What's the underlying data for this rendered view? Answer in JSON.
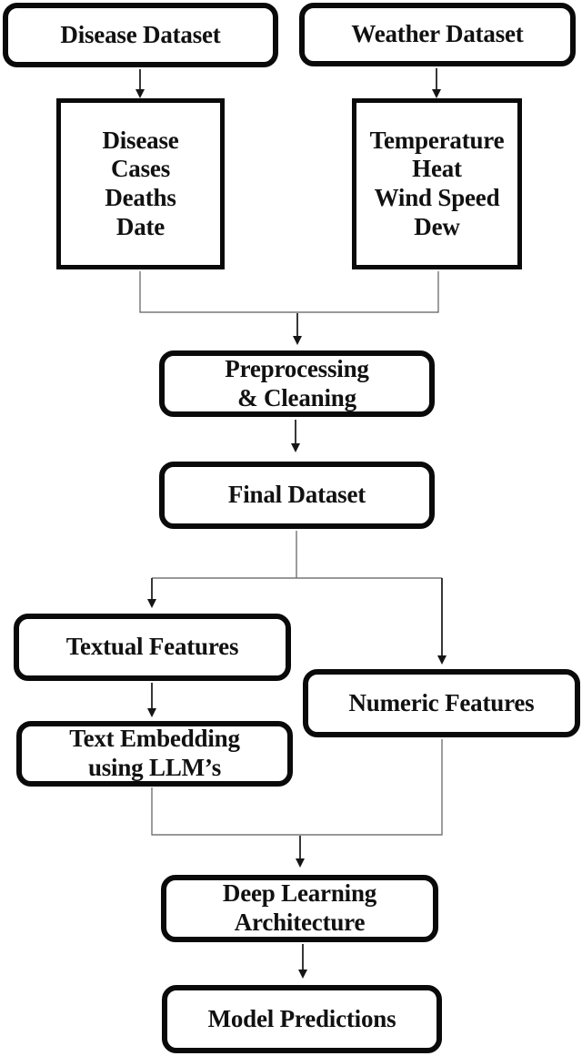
{
  "diagram": {
    "type": "flowchart",
    "nodes": {
      "disease_dataset": {
        "label": "Disease Dataset",
        "shape": "rounded"
      },
      "weather_dataset": {
        "label": "Weather Dataset",
        "shape": "rounded"
      },
      "disease_fields": {
        "label": "Disease\nCases\nDeaths\nDate",
        "shape": "rectangle"
      },
      "weather_fields": {
        "label": "Temperature\nHeat\nWind Speed\nDew",
        "shape": "rectangle"
      },
      "preprocessing": {
        "label": "Preprocessing\n& Cleaning",
        "shape": "rounded"
      },
      "final_dataset": {
        "label": "Final Dataset",
        "shape": "rounded"
      },
      "textual_features": {
        "label": "Textual Features",
        "shape": "rounded"
      },
      "text_embedding": {
        "label": "Text Embedding\nusing LLM’s",
        "shape": "rounded"
      },
      "numeric_features": {
        "label": "Numeric Features",
        "shape": "rounded"
      },
      "deep_learning": {
        "label": "Deep Learning\nArchitecture",
        "shape": "rounded"
      },
      "model_predictions": {
        "label": "Model Predictions",
        "shape": "rounded"
      }
    },
    "edges": [
      {
        "from": "disease_dataset",
        "to": "disease_fields",
        "style": "arrow"
      },
      {
        "from": "weather_dataset",
        "to": "weather_fields",
        "style": "arrow"
      },
      {
        "from": "disease_fields",
        "to": "preprocessing",
        "style": "merged-elbow-arrow"
      },
      {
        "from": "weather_fields",
        "to": "preprocessing",
        "style": "merged-elbow-arrow"
      },
      {
        "from": "preprocessing",
        "to": "final_dataset",
        "style": "arrow"
      },
      {
        "from": "final_dataset",
        "to": "textual_features",
        "style": "elbow-arrow"
      },
      {
        "from": "final_dataset",
        "to": "numeric_features",
        "style": "elbow-arrow"
      },
      {
        "from": "textual_features",
        "to": "text_embedding",
        "style": "arrow"
      },
      {
        "from": "text_embedding",
        "to": "deep_learning",
        "style": "merged-elbow-arrow"
      },
      {
        "from": "numeric_features",
        "to": "deep_learning",
        "style": "merged-elbow-arrow"
      },
      {
        "from": "deep_learning",
        "to": "model_predictions",
        "style": "arrow"
      }
    ],
    "colors": {
      "background": "#ffffff",
      "node_fill": "#ffffff",
      "node_border": "#0a0a0a",
      "text": "#111111",
      "connector": "#5c5c5c",
      "arrow": "#151515"
    }
  }
}
